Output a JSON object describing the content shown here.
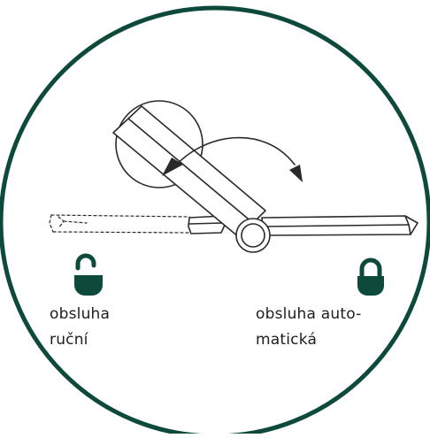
{
  "colors": {
    "frame": "#0d4a3c",
    "lock": "#0d4a3c",
    "drawing": "#2a2a2a",
    "background": "#ffffff"
  },
  "icons": {
    "manual": "unlocked-padlock-icon",
    "automatic": "locked-padlock-icon"
  },
  "labels": {
    "manual": {
      "line1": "obsluha",
      "line2": "ruční"
    },
    "automatic": {
      "line1": "obsluha auto-",
      "line2": "matická"
    }
  }
}
